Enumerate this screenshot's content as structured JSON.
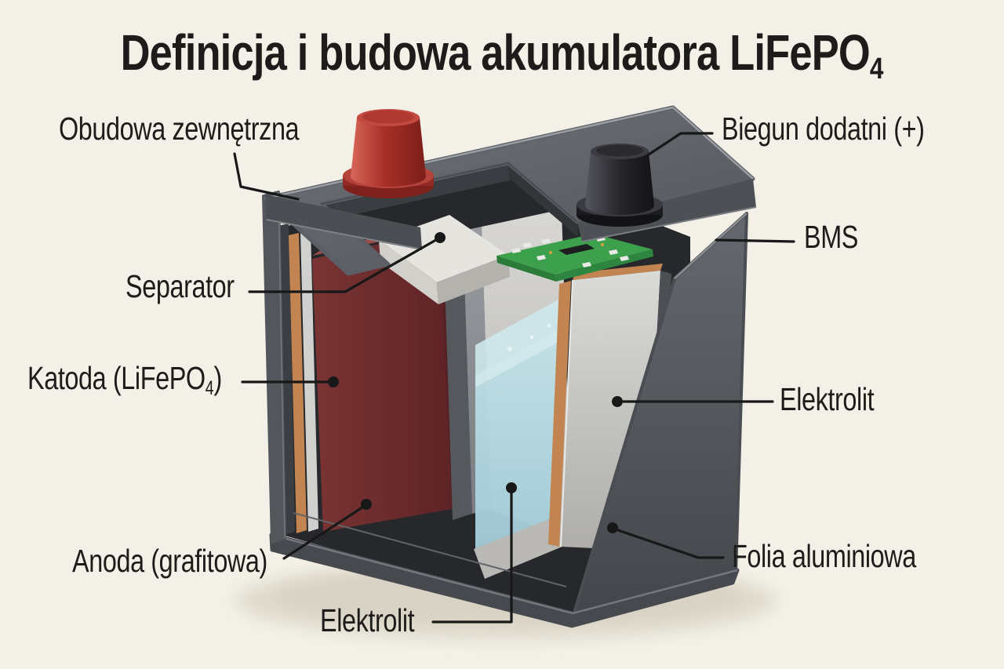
{
  "title": {
    "pre": "Definicja i budowa akumulatora LiFePO",
    "sub": "4"
  },
  "labels": {
    "obudowa": {
      "text": "Obudowa zewnętrzna"
    },
    "biegun": {
      "text": "Biegun dodatni (+)"
    },
    "bms": {
      "text": "BMS"
    },
    "separator": {
      "text": "Separator"
    },
    "katoda": {
      "pre": "Katoda (LiFePO",
      "sub": "4",
      "post": ")"
    },
    "elektrolit_right": {
      "text": "Elektrolit"
    },
    "anoda": {
      "text": "Anoda (grafitowa)"
    },
    "folia": {
      "text": "Folia aluminiowa"
    },
    "elektrolit_bottom": {
      "text": "Elektrolit"
    }
  },
  "colors": {
    "background": "#f3f0e7",
    "text": "#1d1c1a",
    "leader_line": "#181818",
    "case_gray": "#55585e",
    "lid_gray": "#63666c",
    "cathode_maroon": "#6e2c2d",
    "separator_light": "#e6e4df",
    "electrolyte_blue": "#aed3dd",
    "aluminum_foil_gray": "#c6c5c2",
    "copper_foil": "#c28551",
    "pcb_green": "#3da04c",
    "terminal_red": "#a93028",
    "terminal_black": "#26262a"
  }
}
